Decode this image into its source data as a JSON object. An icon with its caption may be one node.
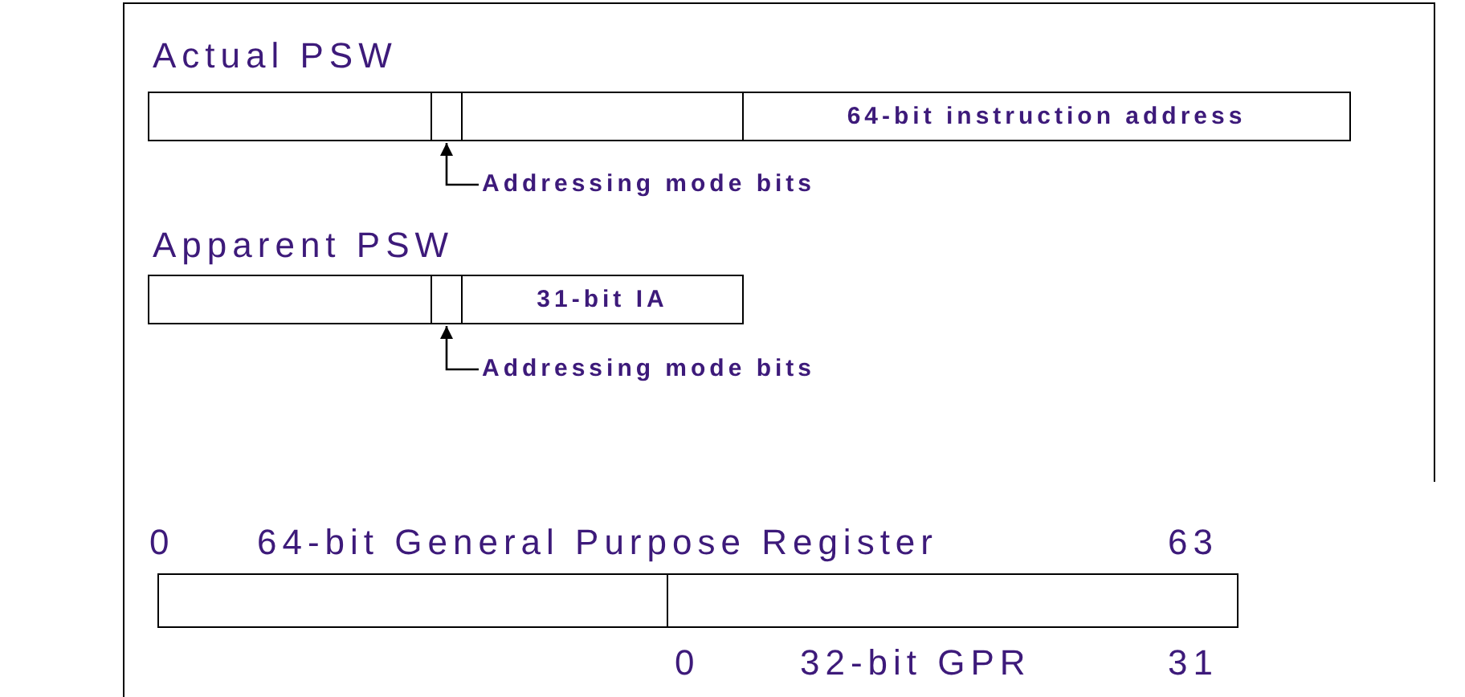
{
  "diagram": {
    "nodes": [
      {
        "text": [],
        "shape": "box"
      },
      {
        "text": [],
        "shape": "box"
      },
      {
        "text": [],
        "shape": "box"
      },
      {
        "text": [
          "64-bit instruction address"
        ]
      },
      {
        "text": [
          "Addressing mode bits"
        ]
      },
      {
        "text": [],
        "shape": "box"
      },
      {
        "text": [],
        "shape": "box"
      },
      {
        "text": [
          "31-bit IA"
        ]
      },
      {
        "text": [
          "Addressing mode bits"
        ]
      },
      {
        "text": [],
        "shape": "box"
      },
      {
        "text": [],
        "shape": "box"
      }
    ],
    "edges": [
      {
        "from": 4,
        "to": 1,
        "arrow": "to"
      },
      {
        "from": 8,
        "to": 6,
        "arrow": "to"
      }
    ],
    "labels": [
      "Actual PSW",
      "Apparent PSW",
      "0",
      "64-bit General Purpose Register",
      "63",
      "0",
      "32-bit GPR",
      "31"
    ]
  }
}
